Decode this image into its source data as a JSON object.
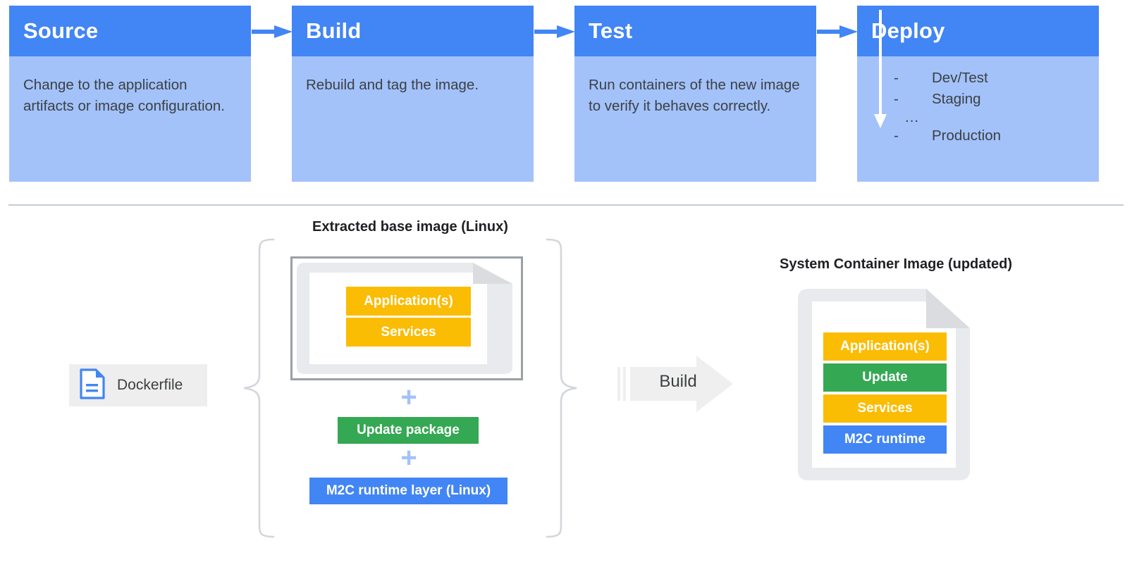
{
  "pipeline": {
    "stages": [
      {
        "title": "Source",
        "body": "Change to the application artifacts or image configuration."
      },
      {
        "title": "Build",
        "body": "Rebuild and tag the image."
      },
      {
        "title": "Test",
        "body": "Run containers of the new image to verify it behaves correctly."
      },
      {
        "title": "Deploy",
        "body": ""
      }
    ],
    "deploy_items": [
      {
        "marker": "-",
        "label": "Dev/Test"
      },
      {
        "marker": "-",
        "label": "Staging"
      },
      {
        "marker": "...",
        "label": ""
      },
      {
        "marker": "-",
        "label": "Production"
      }
    ],
    "arrow_icon": "arrow-right-icon"
  },
  "lower": {
    "left_caption": "Extracted base image (Linux)",
    "right_caption": "System Container Image (updated)",
    "dockerfile": {
      "label": "Dockerfile",
      "icon": "document-icon"
    },
    "base_layers": [
      {
        "label": "Application(s)",
        "color": "#fbbc04"
      },
      {
        "label": "Services",
        "color": "#fbbc04"
      }
    ],
    "plus_symbol": "+",
    "update_package": {
      "label": "Update package",
      "color": "#34a853"
    },
    "runtime_layer": {
      "label": "M2C runtime layer (Linux)",
      "color": "#4285f4"
    },
    "build_arrow": {
      "label": "Build",
      "icon": "block-arrow-right-icon"
    },
    "system_layers": [
      {
        "label": "Application(s)",
        "color": "#fbbc04"
      },
      {
        "label": "Update",
        "color": "#34a853"
      },
      {
        "label": "Services",
        "color": "#fbbc04"
      },
      {
        "label": "M2C runtime",
        "color": "#4285f4"
      }
    ]
  },
  "colors": {
    "header_blue": "#4285f4",
    "body_blue": "#a3c2fa",
    "yellow": "#fbbc04",
    "green": "#34a853",
    "gray_doc": "#e8eaed",
    "gray_border": "#9aa0a6",
    "divider": "#c6ccd4",
    "text": "#3c4043"
  }
}
